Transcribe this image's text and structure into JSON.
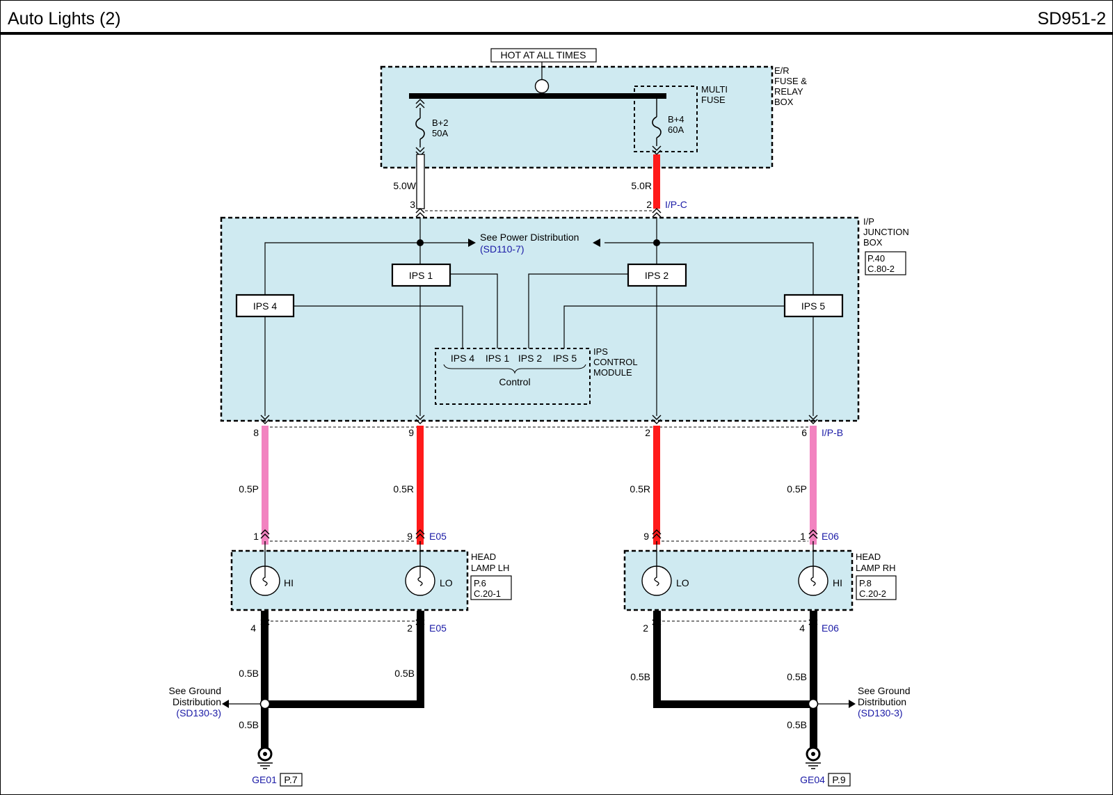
{
  "header": {
    "title": "Auto Lights (2)",
    "code": "SD951-2"
  },
  "colors": {
    "box_fill": "#cfeaf1",
    "red_wire": "#ff1a1a",
    "pink_wire": "#f283c0",
    "blue_text": "#1a1aa6"
  },
  "power": {
    "label": "HOT AT ALL TIMES"
  },
  "er_box": {
    "name": "E/R FUSE & RELAY BOX",
    "lines": [
      "E/R",
      "FUSE &",
      "RELAY",
      "BOX"
    ]
  },
  "multi_fuse": {
    "lines": [
      "MULTI",
      "FUSE"
    ]
  },
  "fuses": [
    {
      "name": "B+2",
      "rating": "50A"
    },
    {
      "name": "B+4",
      "rating": "60A"
    }
  ],
  "upper_wires": [
    {
      "spec": "5.0W",
      "pin": "3"
    },
    {
      "spec": "5.0R",
      "pin": "2"
    }
  ],
  "ip_connector_top": "I/P-C",
  "junction_box": {
    "lines": [
      "I/P",
      "JUNCTION",
      "BOX"
    ],
    "ref": [
      "P.40",
      "C.80-2"
    ]
  },
  "power_dist": {
    "text": "See Power Distribution",
    "ref": "(SD110-7)"
  },
  "ips": [
    "IPS 1",
    "IPS 2",
    "IPS 4",
    "IPS 5"
  ],
  "ips_module": {
    "inputs": [
      "IPS 4",
      "IPS 1",
      "IPS 2",
      "IPS 5"
    ],
    "control": "Control",
    "lines": [
      "IPS",
      "CONTROL",
      "MODULE"
    ]
  },
  "ip_connector_bottom": "I/P-B",
  "lower_wires": [
    {
      "pin_top": "8",
      "spec": "0.5P",
      "pin_lamp": "1"
    },
    {
      "pin_top": "9",
      "spec": "0.5R",
      "pin_lamp": "9",
      "connector": "E05"
    },
    {
      "pin_top": "2",
      "spec": "0.5R",
      "pin_lamp": "9"
    },
    {
      "pin_top": "6",
      "spec": "0.5P",
      "pin_lamp": "1",
      "connector": "E06"
    }
  ],
  "lamps": [
    {
      "lines": [
        "HEAD",
        "LAMP LH"
      ],
      "ref": [
        "P.6",
        "C.20-1"
      ],
      "bulbs": [
        "HI",
        "LO"
      ]
    },
    {
      "lines": [
        "HEAD",
        "LAMP RH"
      ],
      "ref": [
        "P.8",
        "C.20-2"
      ],
      "bulbs": [
        "LO",
        "HI"
      ]
    }
  ],
  "ground_wires": [
    {
      "pin": "4",
      "spec": "0.5B"
    },
    {
      "pin": "2",
      "spec": "0.5B",
      "connector": "E05"
    },
    {
      "pin": "2",
      "spec": "0.5B"
    },
    {
      "pin": "4",
      "spec": "0.5B",
      "connector": "E06"
    }
  ],
  "ground_dist": {
    "lines": [
      "See Ground",
      "Distribution"
    ],
    "ref": "(SD130-3)"
  },
  "ground_lower_spec": "0.5B",
  "grounds": [
    {
      "name": "GE01",
      "ref": "P.7"
    },
    {
      "name": "GE04",
      "ref": "P.9"
    }
  ]
}
